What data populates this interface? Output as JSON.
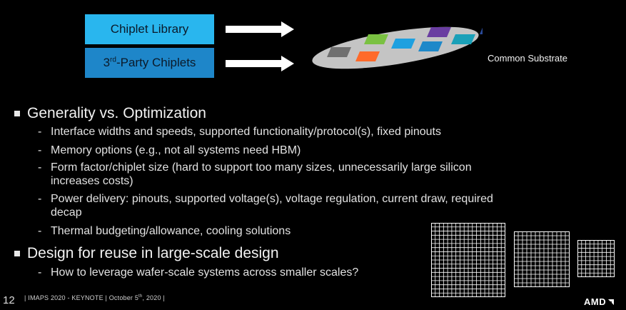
{
  "top_diagram": {
    "box_library": "Chiplet Library",
    "box_third_party_prefix": "3",
    "box_third_party_sup": "rd",
    "box_third_party_suffix": "-Party Chiplets",
    "substrate_label": "Common Substrate",
    "chiplet_colors": [
      "#707070",
      "#ff6a2a",
      "#7ac142",
      "#1ea0e0",
      "#6a3ea1",
      "#1e88c9",
      "#1aa0b8",
      "#2a4a9a"
    ],
    "substrate_color": "#c8c8c8"
  },
  "bullets": [
    {
      "text": "Generality vs. Optimization",
      "children": [
        "Interface widths and speeds, supported functionality/protocol(s), fixed pinouts",
        "Memory options (e.g., not all systems need HBM)",
        "Form factor/chiplet size (hard to support too many sizes, unnecessarily large silicon",
        "increases costs)",
        "Power delivery: pinouts, supported voltage(s), voltage regulation, current draw, required",
        "decap",
        "Thermal budgeting/allowance, cooling solutions"
      ]
    },
    {
      "text": "Design for reuse in large-scale design",
      "children": [
        "How to leverage wafer-scale systems across smaller scales?"
      ]
    }
  ],
  "footer": {
    "page_number": "12",
    "event": "|   IMAPS 2020 - KEYNOTE   |   October 5",
    "date_sup": "th",
    "date_suffix": ", 2020   |",
    "logo": "AMD"
  },
  "wafer_grids": [
    {
      "cells": 18
    },
    {
      "cells": 13
    },
    {
      "cells": 9
    }
  ]
}
